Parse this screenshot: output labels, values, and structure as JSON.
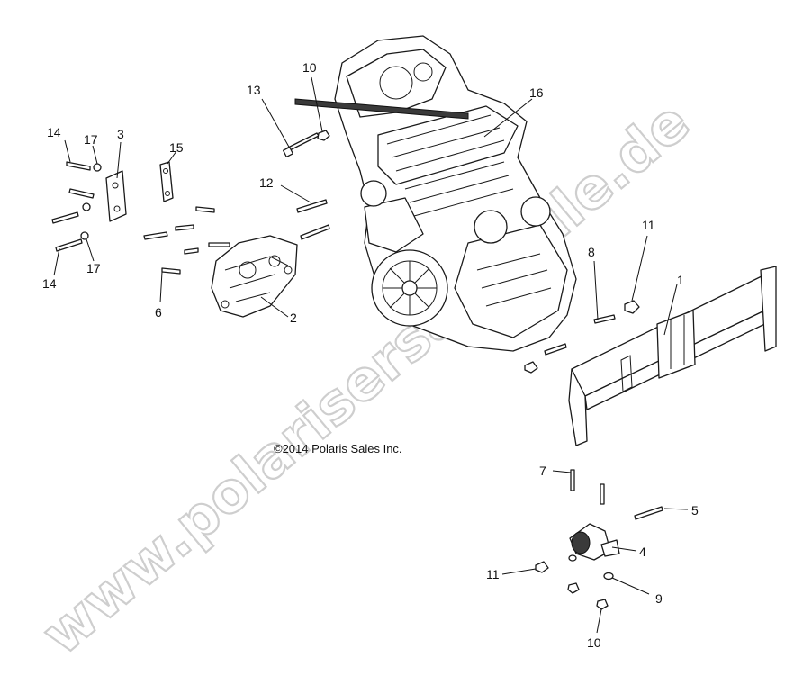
{
  "watermark": "www.polarisersatzteile.de",
  "copyright": "©2014 Polaris Sales Inc.",
  "callouts": {
    "c1": "1",
    "c2": "2",
    "c3": "3",
    "c4": "4",
    "c5": "5",
    "c6": "6",
    "c7": "7",
    "c8": "8",
    "c9": "9",
    "c10a": "10",
    "c10b": "10",
    "c11a": "11",
    "c11b": "11",
    "c12": "12",
    "c13": "13",
    "c14a": "14",
    "c14b": "14",
    "c15": "15",
    "c16": "16",
    "c17a": "17",
    "c17b": "17"
  }
}
